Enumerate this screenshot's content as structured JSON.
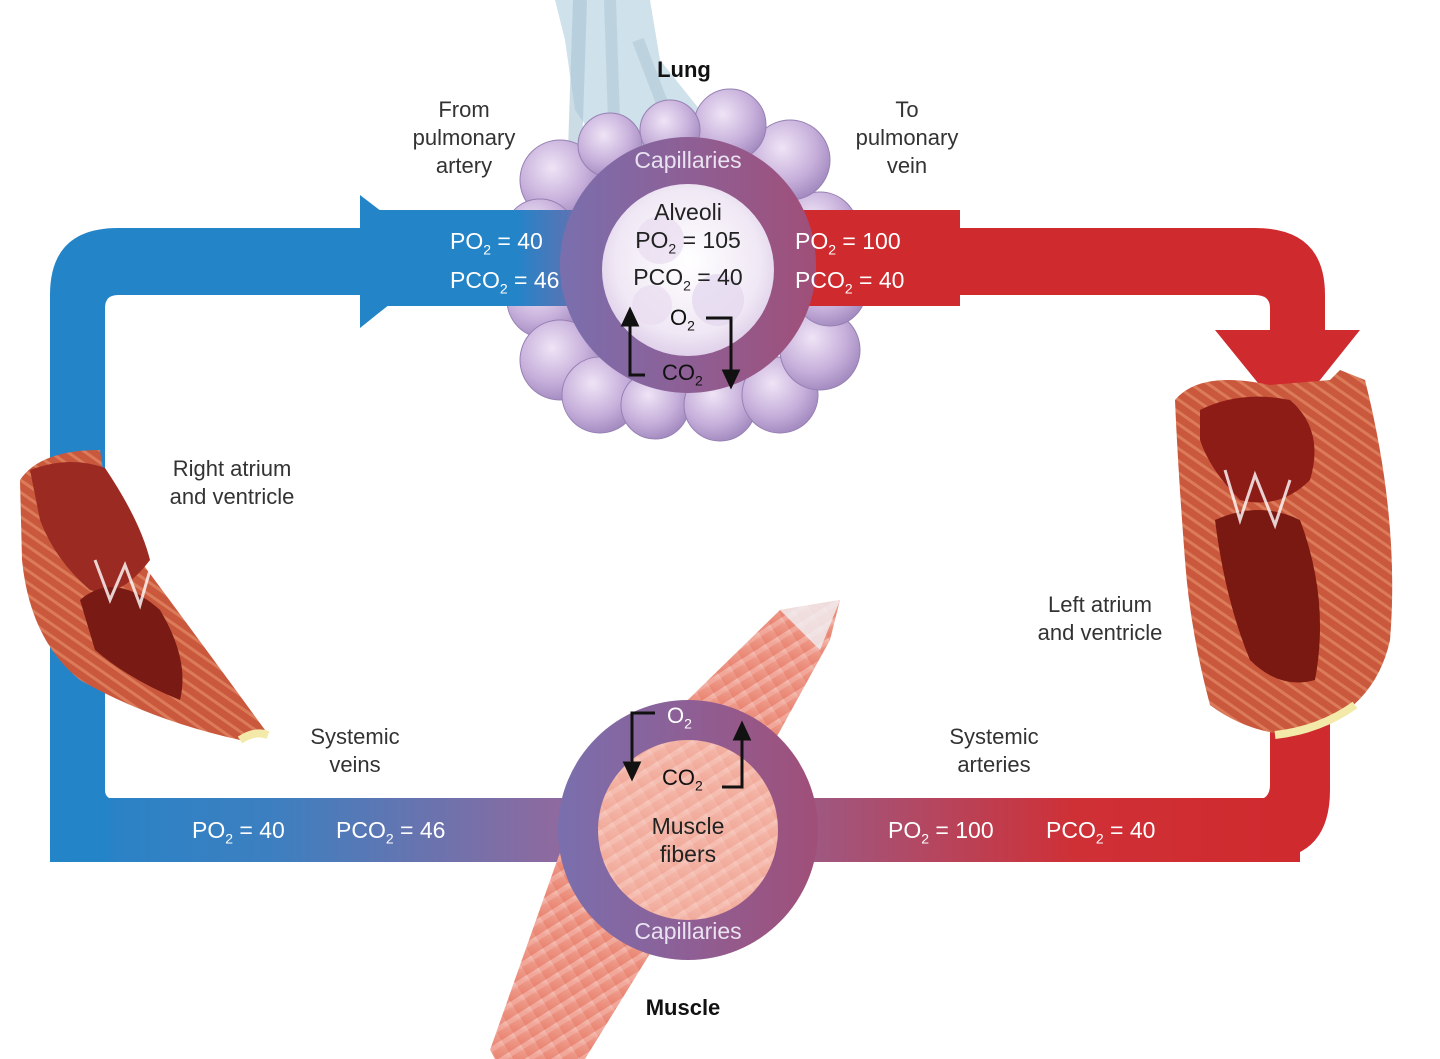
{
  "colors": {
    "venous": "#2384c8",
    "arterial": "#cf2a2e",
    "capillary": "#8d5e93",
    "alveoli_cluster": "#c9b3dd",
    "muscle": "#e88677",
    "heart": "#a9322a"
  },
  "lung": {
    "title": "Lung",
    "from_label": [
      "From",
      "pulmonary",
      "artery"
    ],
    "to_label": [
      "To",
      "pulmonary",
      "vein"
    ],
    "capillaries_label": "Capillaries",
    "alveoli_title": "Alveoli",
    "alveoli_po2": "PO2 = 105",
    "alveoli_pco2": "PCO2 = 40",
    "o2": "O2",
    "co2": "CO2",
    "in_po2": "PO2 = 40",
    "in_pco2": "PCO2 = 46",
    "out_po2": "PO2 = 100",
    "out_pco2": "PCO2 = 40"
  },
  "heart": {
    "right_label": [
      "Right atrium",
      "and ventricle"
    ],
    "left_label": [
      "Left atrium",
      "and ventricle"
    ]
  },
  "systemic": {
    "veins_label": [
      "Systemic",
      "veins"
    ],
    "arteries_label": [
      "Systemic",
      "arteries"
    ],
    "veins_po2": "PO2 = 40",
    "veins_pco2": "PCO2 = 46",
    "arteries_po2": "PO2 = 100",
    "arteries_pco2": "PCO2 = 40"
  },
  "muscle": {
    "title": "Muscle",
    "fibers_label": [
      "Muscle",
      "fibers"
    ],
    "capillaries_label": "Capillaries",
    "o2": "O2",
    "co2": "CO2"
  }
}
